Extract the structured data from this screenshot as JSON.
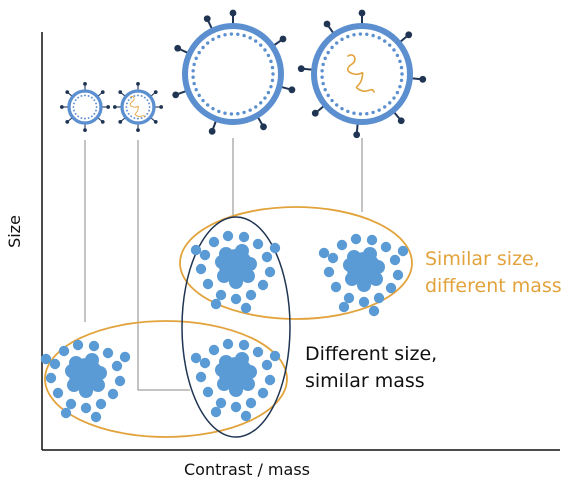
{
  "axes": {
    "x_label": "Contrast / mass",
    "y_label": "Size"
  },
  "annotations": {
    "similar_size": [
      "Similar size,",
      "different mass"
    ],
    "different_size": [
      "Different size,",
      "similar mass"
    ]
  },
  "colors": {
    "particle_blue": "#5b9bd5",
    "virus_outline": "#5b8fcf",
    "spike_dark": "#1f3553",
    "genome_orange": "#e2a33c",
    "group_orange": "#e2a33c",
    "group_dark": "#1f3553",
    "axis": "#111111",
    "connector": "#8a8a8a"
  },
  "viruses": [
    {
      "name": "small-empty-virus",
      "size": "small",
      "genome": false
    },
    {
      "name": "small-full-virus",
      "size": "small",
      "genome": true
    },
    {
      "name": "large-empty-virus",
      "size": "large",
      "genome": false
    },
    {
      "name": "large-full-virus",
      "size": "large",
      "genome": true
    }
  ]
}
